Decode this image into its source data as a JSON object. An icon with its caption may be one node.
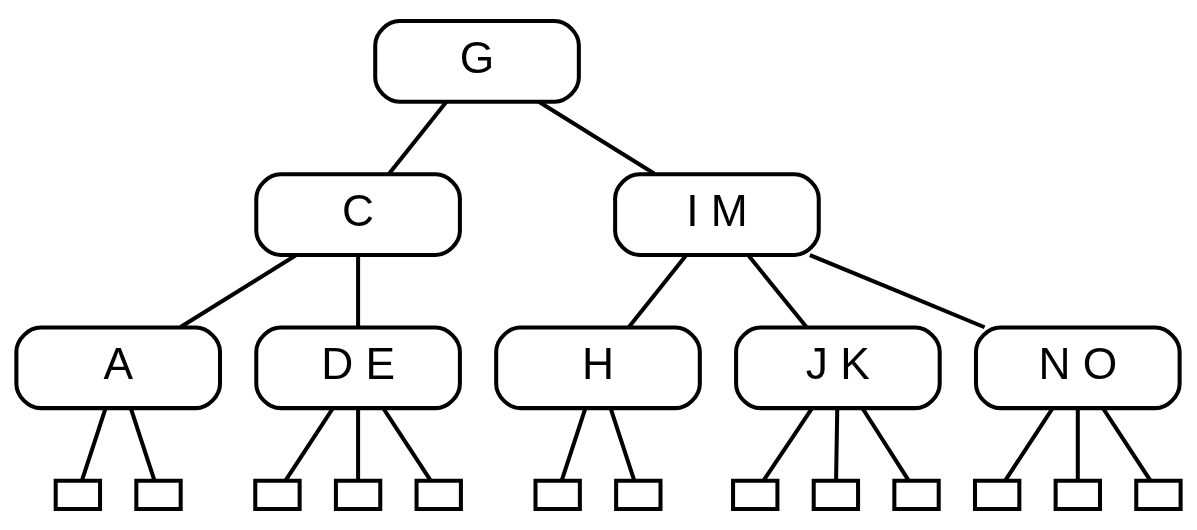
{
  "diagram": {
    "nodes": [
      {
        "text": [
          "G"
        ]
      },
      {
        "text": [
          "C"
        ]
      },
      {
        "text": [
          "I M"
        ]
      },
      {
        "text": [
          "A"
        ]
      },
      {
        "text": [
          "D E"
        ]
      },
      {
        "text": [
          "H"
        ]
      },
      {
        "text": [
          "J K"
        ]
      },
      {
        "text": [
          "N O"
        ]
      },
      {
        "text": [],
        "shape": "box"
      },
      {
        "text": [],
        "shape": "box"
      },
      {
        "text": [],
        "shape": "box"
      },
      {
        "text": [],
        "shape": "box"
      },
      {
        "text": [],
        "shape": "box"
      },
      {
        "text": [],
        "shape": "box"
      },
      {
        "text": [],
        "shape": "box"
      },
      {
        "text": [],
        "shape": "box"
      },
      {
        "text": [],
        "shape": "box"
      },
      {
        "text": [],
        "shape": "box"
      },
      {
        "text": [],
        "shape": "box"
      },
      {
        "text": [],
        "shape": "box"
      },
      {
        "text": [],
        "shape": "box"
      }
    ],
    "edges": [
      {
        "from": 0,
        "to": 1,
        "arrow": "none"
      },
      {
        "from": 0,
        "to": 2,
        "arrow": "none"
      },
      {
        "from": 1,
        "to": 3,
        "arrow": "none"
      },
      {
        "from": 1,
        "to": 4,
        "arrow": "none"
      },
      {
        "from": 2,
        "to": 5,
        "arrow": "none"
      },
      {
        "from": 2,
        "to": 6,
        "arrow": "none"
      },
      {
        "from": 2,
        "to": 7,
        "arrow": "none"
      },
      {
        "from": 3,
        "to": 8,
        "arrow": "none"
      },
      {
        "from": 3,
        "to": 9,
        "arrow": "none"
      },
      {
        "from": 4,
        "to": 10,
        "arrow": "none"
      },
      {
        "from": 4,
        "to": 11,
        "arrow": "none"
      },
      {
        "from": 4,
        "to": 12,
        "arrow": "none"
      },
      {
        "from": 5,
        "to": 13,
        "arrow": "none"
      },
      {
        "from": 5,
        "to": 14,
        "arrow": "none"
      },
      {
        "from": 6,
        "to": 15,
        "arrow": "none"
      },
      {
        "from": 6,
        "to": 16,
        "arrow": "none"
      },
      {
        "from": 6,
        "to": 17,
        "arrow": "none"
      },
      {
        "from": 7,
        "to": 18,
        "arrow": "none"
      },
      {
        "from": 7,
        "to": 19,
        "arrow": "none"
      },
      {
        "from": 7,
        "to": 20,
        "arrow": "none"
      }
    ]
  }
}
